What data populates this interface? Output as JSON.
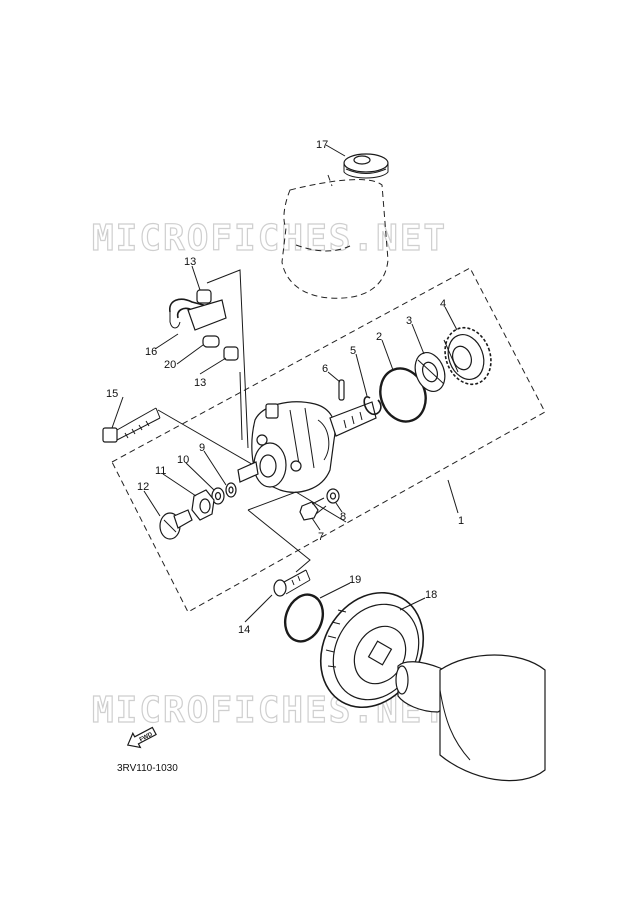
{
  "watermark": {
    "top": "MICROFICHES.NET",
    "bottom": "MICROFICHES.NET"
  },
  "diagram_code": "3RV110-1030",
  "fwd_label": "FWD",
  "parts": {
    "p1": "1",
    "p2": "2",
    "p3": "3",
    "p4": "4",
    "p5": "5",
    "p6": "6",
    "p7": "7",
    "p8": "8",
    "p9": "9",
    "p10": "10",
    "p11": "11",
    "p12": "12",
    "p13a": "13",
    "p13b": "13",
    "p14": "14",
    "p15": "15",
    "p16": "16",
    "p17": "17",
    "p18": "18",
    "p19": "19",
    "p20": "20"
  }
}
